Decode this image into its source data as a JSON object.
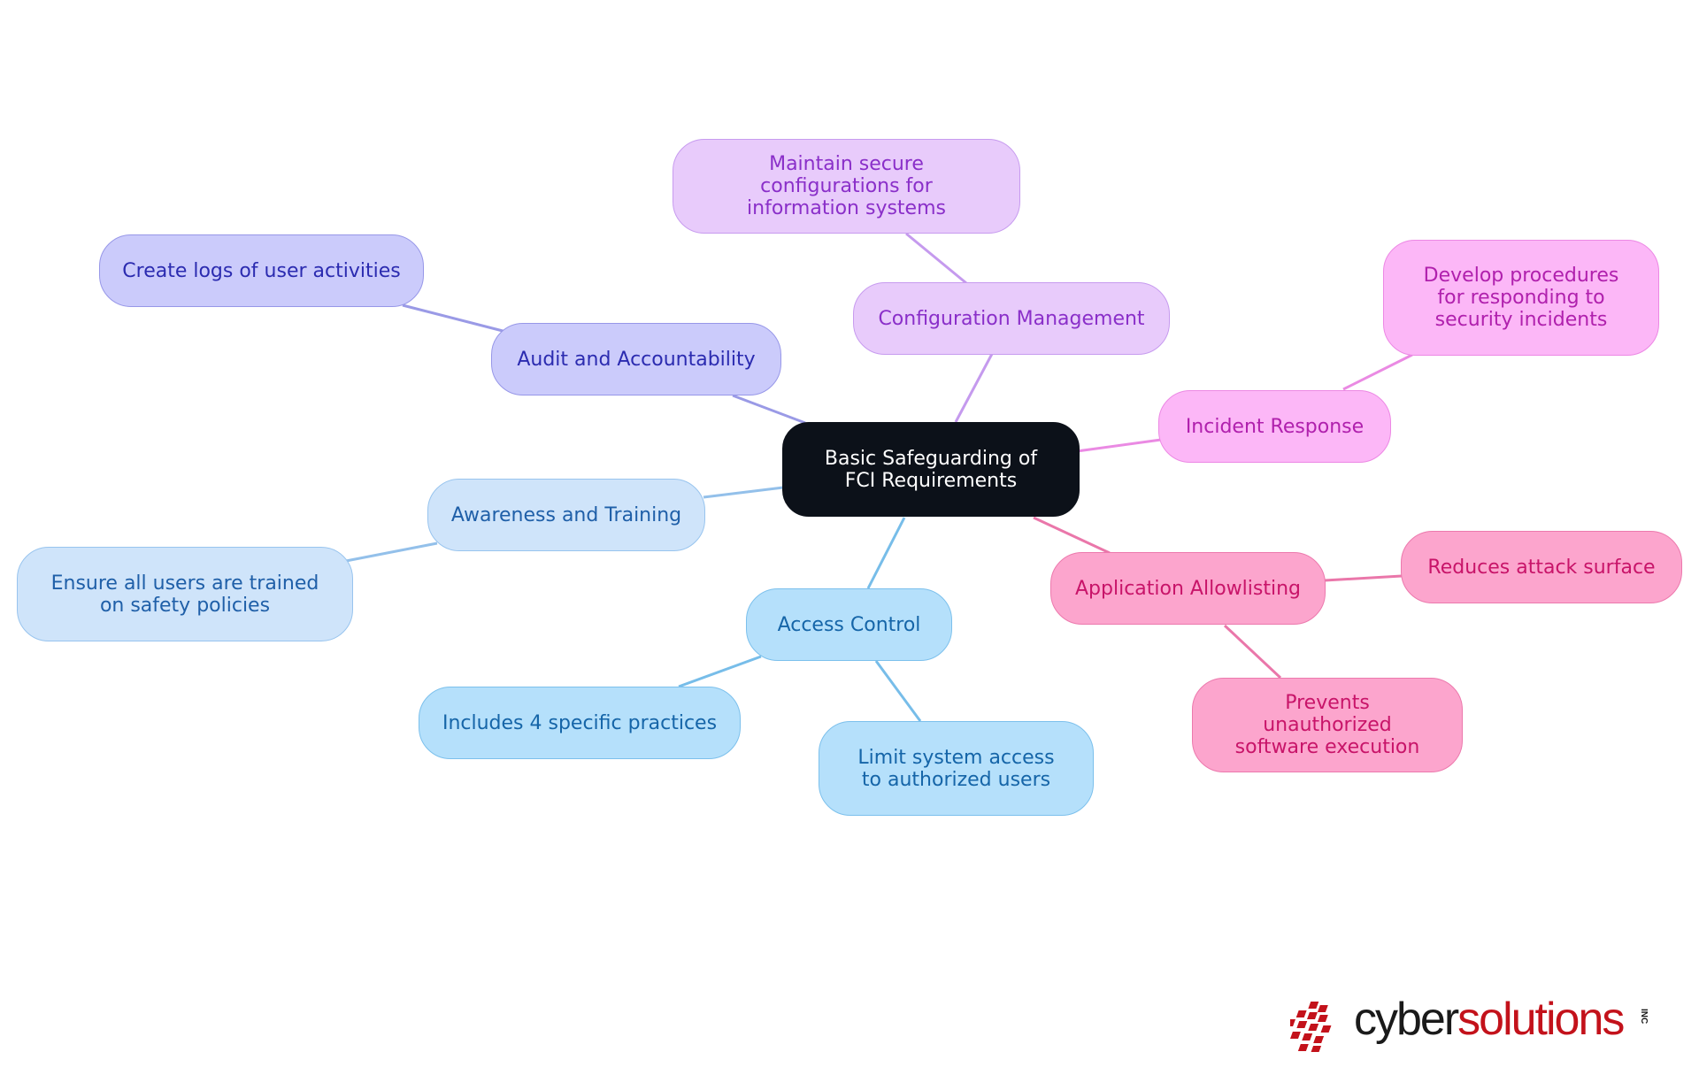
{
  "root": {
    "label": "Basic Safeguarding of FCI Requirements"
  },
  "branches": {
    "audit": {
      "label": "Audit and Accountability",
      "details": [
        "Create logs of user activities"
      ]
    },
    "config": {
      "label": "Configuration Management",
      "details": [
        "Maintain secure configurations for information systems"
      ]
    },
    "incident": {
      "label": "Incident Response",
      "details": [
        "Develop procedures for responding to security incidents"
      ]
    },
    "allowlist": {
      "label": "Application Allowlisting",
      "details": [
        "Reduces attack surface",
        "Prevents unauthorized software execution"
      ]
    },
    "access": {
      "label": "Access Control",
      "details": [
        "Includes 4 specific practices",
        "Limit system access to authorized users"
      ]
    },
    "awareness": {
      "label": "Awareness and Training",
      "details": [
        "Ensure all users are trained on safety policies"
      ]
    }
  },
  "colors": {
    "root": "#0c1119",
    "access": "#b5e0fb",
    "awareness": "#cfe4fa",
    "audit": "#cbcbfb",
    "config": "#e8cbfb",
    "incident": "#fcb7f7",
    "allowlist": "#fca5cd"
  },
  "logo": {
    "part1": "cyber",
    "part2": "solutions",
    "suffix": "INC",
    "icon": "pixel-arrow-icon"
  }
}
